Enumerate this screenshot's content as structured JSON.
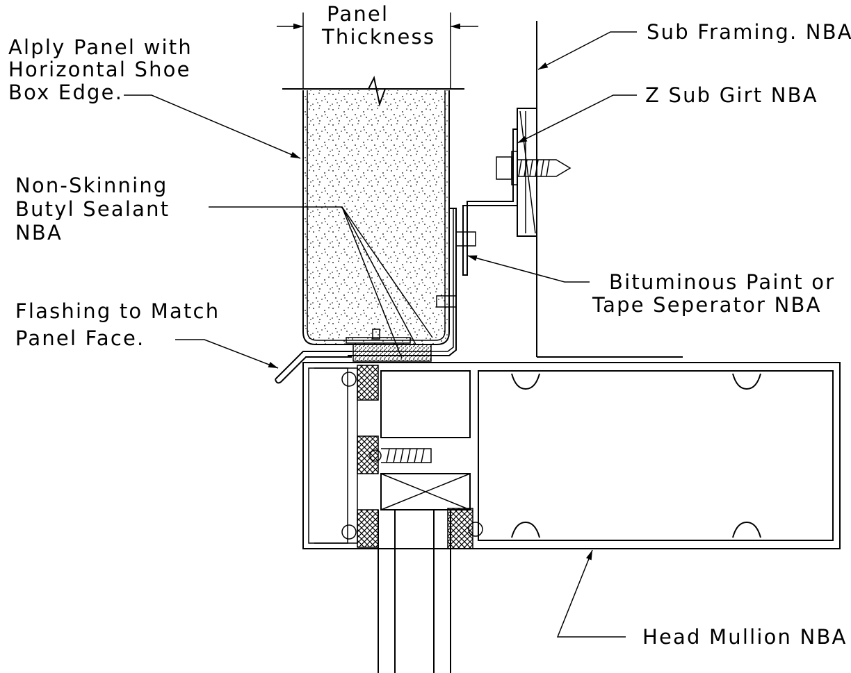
{
  "labels": {
    "panel_thickness_1": "Panel",
    "panel_thickness_2": "Thickness",
    "alply_1": "Alply Panel with",
    "alply_2": "Horizontal Shoe",
    "alply_3": "Box Edge.",
    "butyl_1": "Non-Skinning",
    "butyl_2": "Butyl Sealant",
    "butyl_3": "NBA",
    "flashing_1": "Flashing to Match",
    "flashing_2": "Panel Face.",
    "sub_framing": "Sub Framing. NBA",
    "z_girt": "Z Sub Girt NBA",
    "bituminous_1": "Bituminous Paint or",
    "bituminous_2": "Tape Seperator NBA",
    "head_mullion": "Head Mullion NBA"
  }
}
